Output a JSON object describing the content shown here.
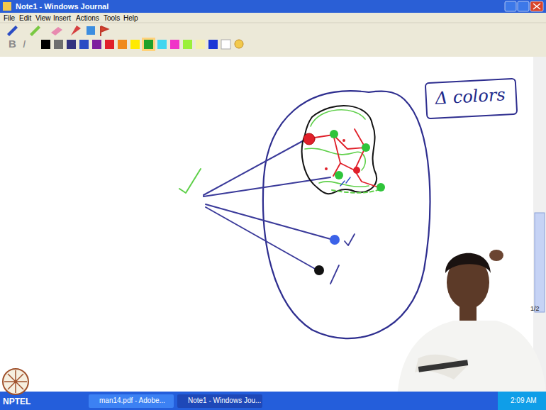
{
  "diagram": {
    "nodes": [
      {
        "text": [
          "Δ colors"
        ]
      }
    ],
    "edges": [],
    "labels": [
      "Note1 - Windows Journal",
      "File",
      "Edit",
      "View",
      "Insert",
      "Actions",
      "Tools",
      "Help",
      "B",
      "I",
      "NPTEL",
      "man14.pdf - Adobe...",
      "Note1 - Windows Jou...",
      "2:09 AM",
      "1/2"
    ]
  }
}
